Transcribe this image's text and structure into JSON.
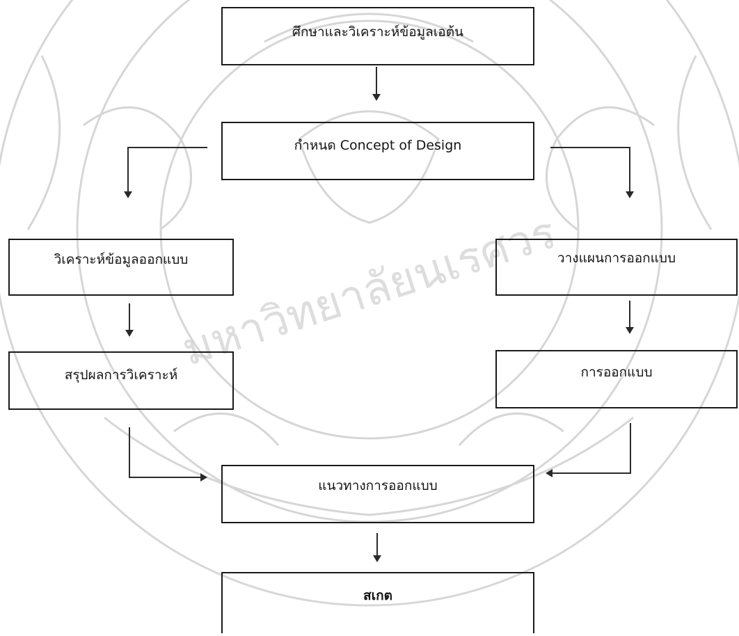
{
  "diagram": {
    "nodes": {
      "study": {
        "label": "ศึกษาและวิเคราะห์ข้อมูลเอต้น"
      },
      "concept": {
        "label": "กำหนด Concept of Design"
      },
      "analyze": {
        "label": "วิเคราะห์ข้อมูลออกแบบ"
      },
      "plan": {
        "label": "วางแผนการออกแบบ"
      },
      "summary": {
        "label": "สรุปผลการวิเคราะห์"
      },
      "design": {
        "label": "การออกแบบ"
      },
      "guideline": {
        "label": "แนวทางการออกแบบ"
      },
      "sketch": {
        "label": "สเกต"
      }
    },
    "edges": [
      {
        "from": "study",
        "to": "concept"
      },
      {
        "from": "concept",
        "to": "analyze"
      },
      {
        "from": "concept",
        "to": "plan"
      },
      {
        "from": "analyze",
        "to": "summary"
      },
      {
        "from": "plan",
        "to": "design"
      },
      {
        "from": "summary",
        "to": "guideline"
      },
      {
        "from": "design",
        "to": "guideline"
      },
      {
        "from": "guideline",
        "to": "sketch"
      }
    ]
  },
  "watermark": {
    "text": "มหาวิทยาลัยนเรศวร",
    "icon": "university-seal-watermark"
  }
}
